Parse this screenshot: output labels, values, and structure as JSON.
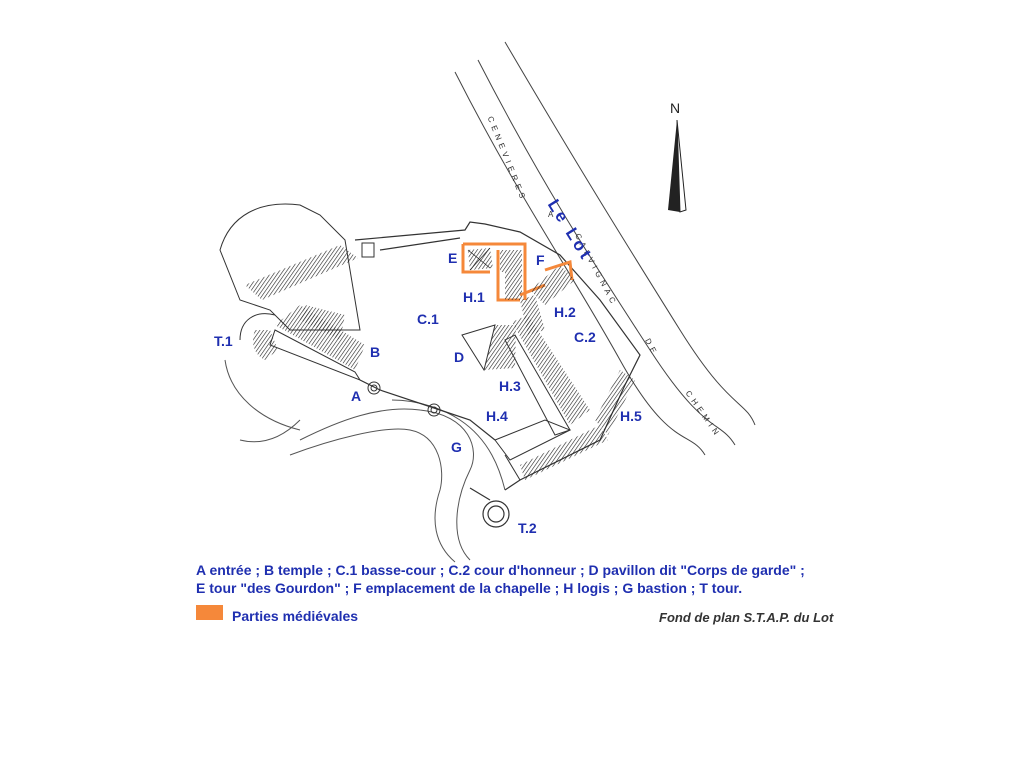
{
  "map": {
    "river_label": "Le Lot",
    "road_labels": [
      "CENEVIERES",
      "A",
      "CALVIGNAC",
      "DE",
      "CHEMIN"
    ],
    "north_label": "N",
    "labels": [
      "E",
      "F",
      "H.1",
      "H.2",
      "C.1",
      "C.2",
      "T.1",
      "B",
      "D",
      "H.3",
      "A",
      "H.4",
      "H.5",
      "G",
      "T.2"
    ]
  },
  "caption": {
    "line1": "A entrée ; B temple ; C.1 basse-cour ; C.2 cour d'honneur ; D pavillon dit \"Corps de garde\" ;",
    "line2": "E tour \"des Gourdon\" ; F emplacement de la chapelle ; H logis ; G bastion ; T tour."
  },
  "legend": {
    "label": "Parties médiévales",
    "color": "#f5883a"
  },
  "credit": "Fond de plan S.T.A.P. du Lot",
  "colors": {
    "label": "#1f2fb0",
    "ink": "#222222"
  }
}
